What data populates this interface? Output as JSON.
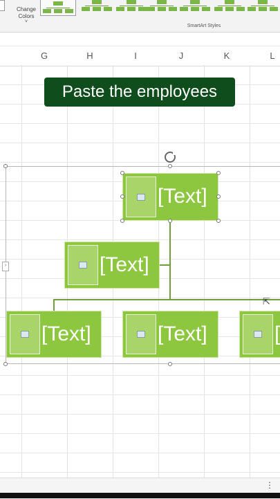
{
  "ribbon": {
    "change_colors_label": "Change Colors",
    "change_colors_dropdown": "˅",
    "group_label": "SmartArt Styles",
    "style_count": 7
  },
  "columns": [
    "G",
    "H",
    "I",
    "J",
    "K",
    "L"
  ],
  "caption": "Paste the employees",
  "smartart": {
    "nodes": [
      {
        "id": "top",
        "text": "[Text]"
      },
      {
        "id": "assistant",
        "text": "[Text]"
      },
      {
        "id": "child-1",
        "text": "[Text]"
      },
      {
        "id": "child-2",
        "text": "[Text]"
      },
      {
        "id": "child-3",
        "text": "[Text]"
      }
    ],
    "colors": {
      "shape_fill": "#8dc63f",
      "connector": "#6f9e3a",
      "caption_bg": "#0f4d1c"
    }
  },
  "status_menu": "⋮"
}
